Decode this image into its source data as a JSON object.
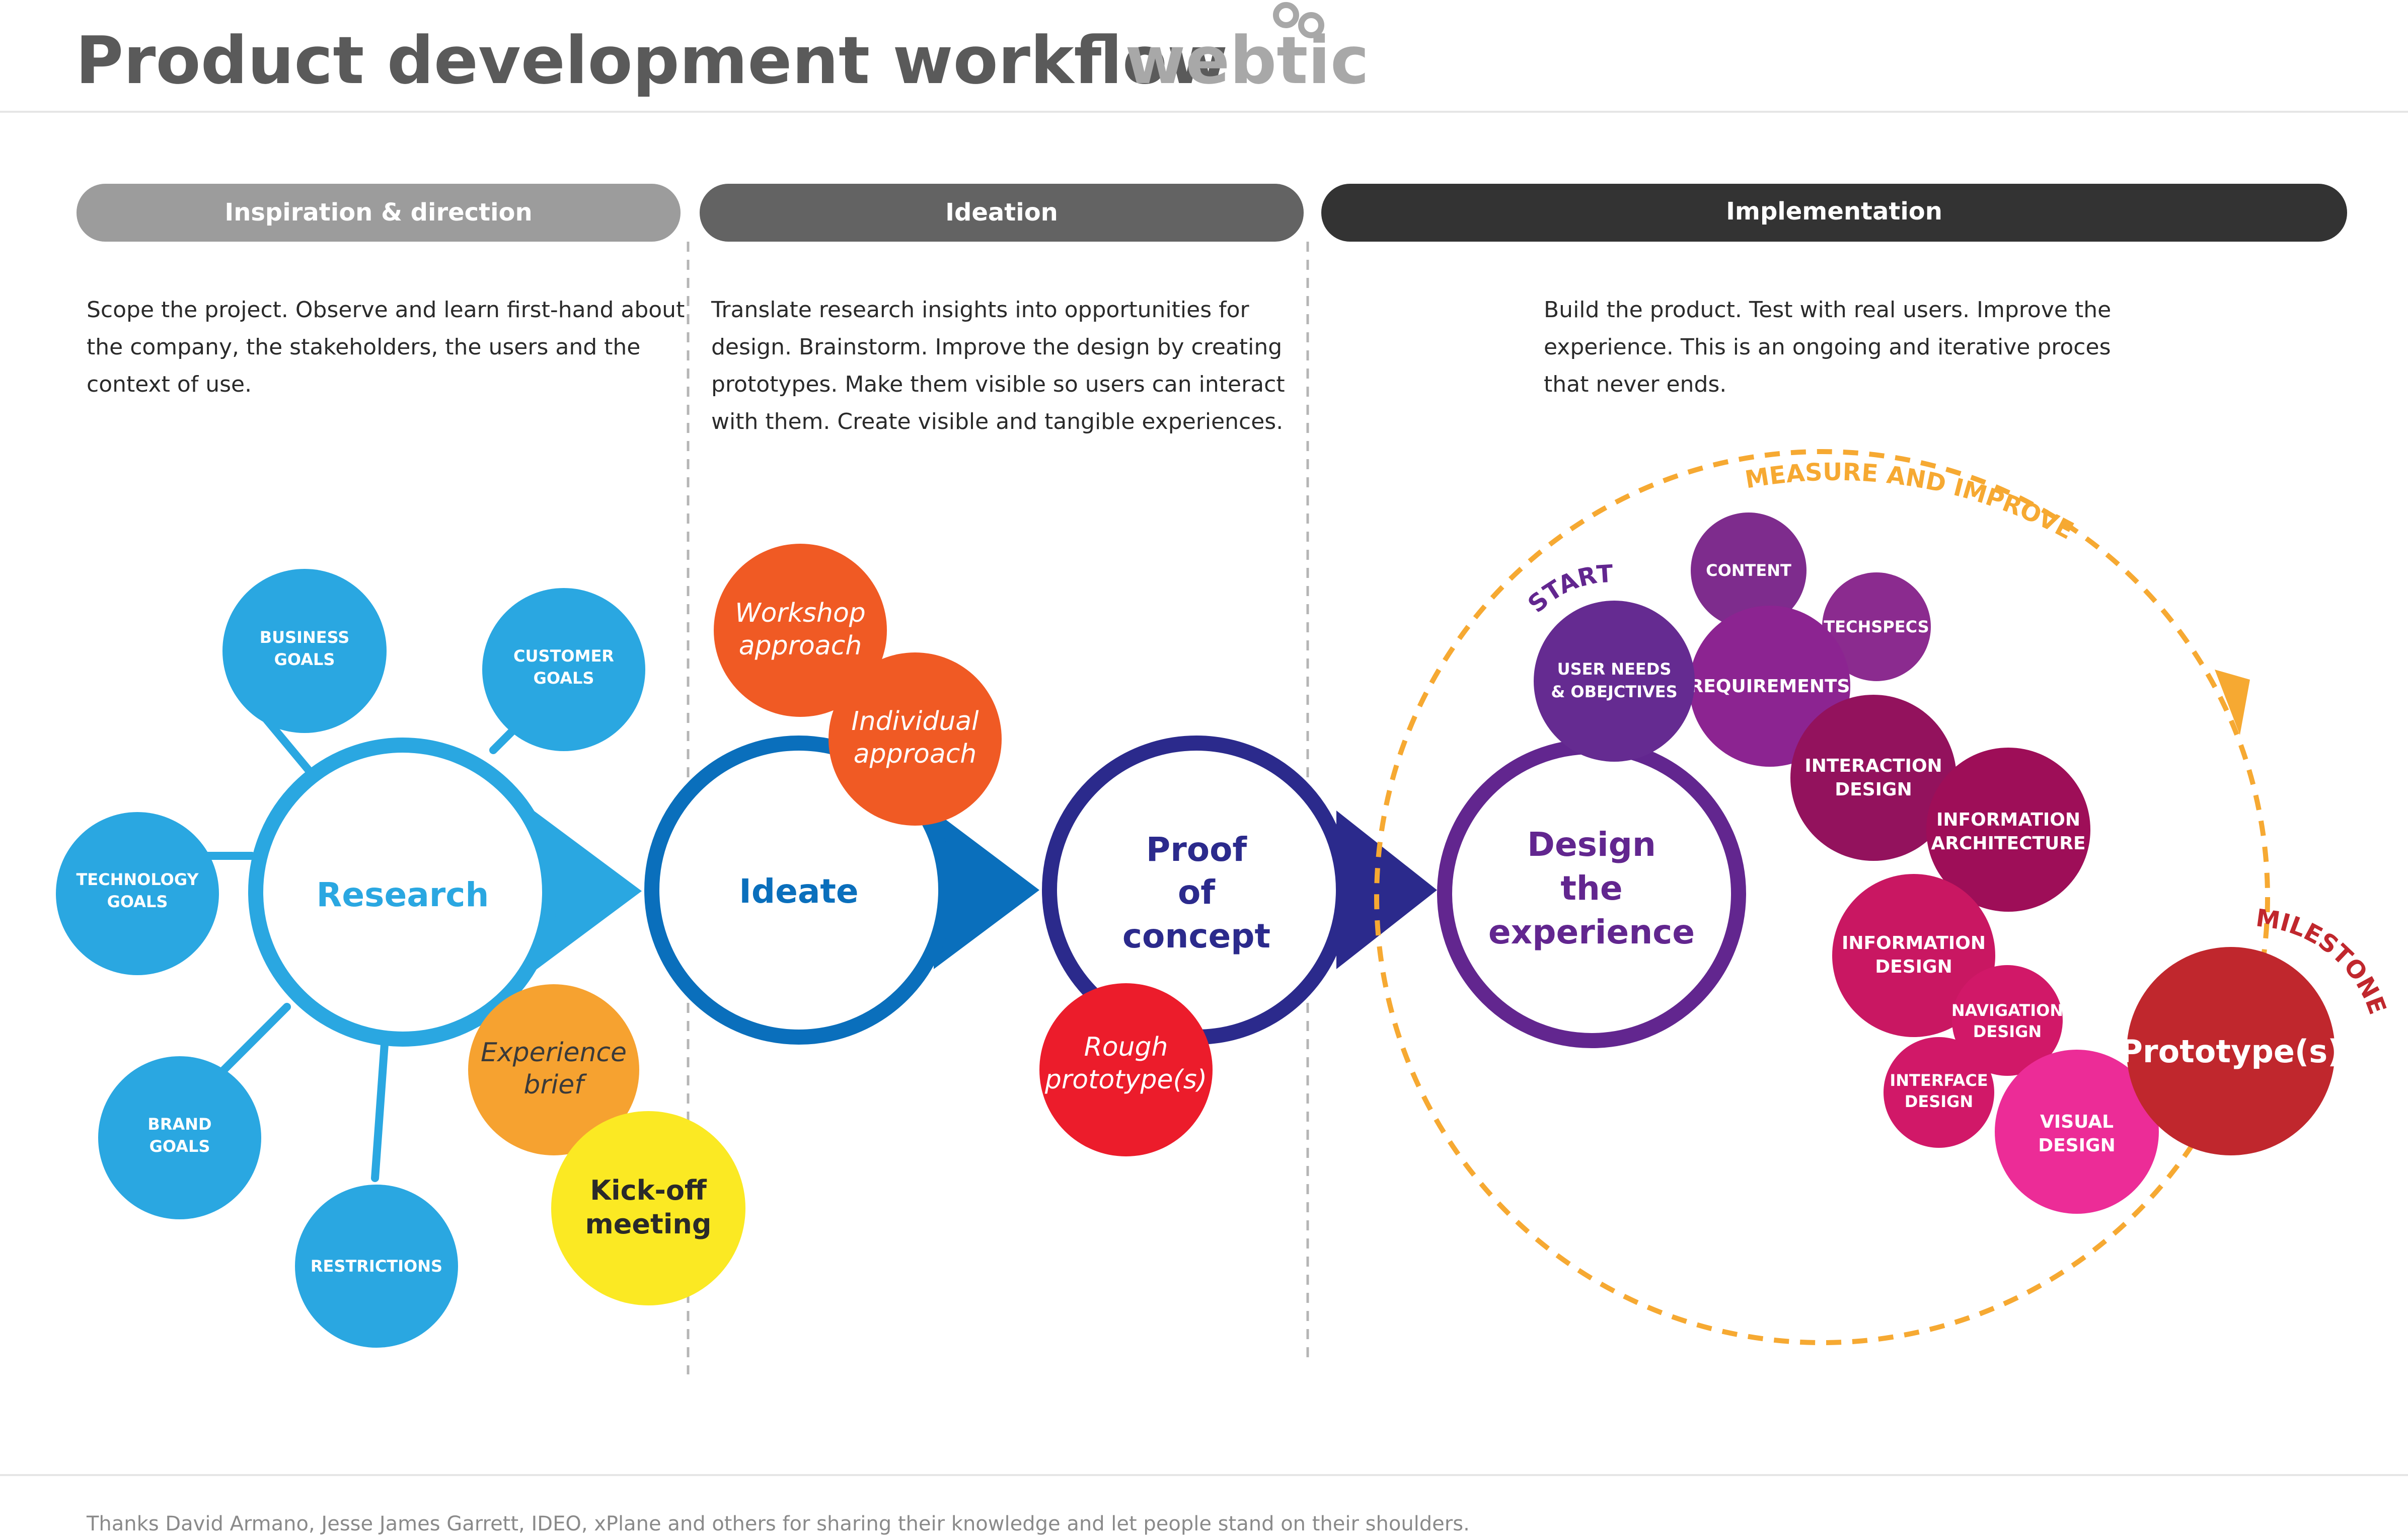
{
  "title": "Product development workflow",
  "logo": "webtic",
  "colors": {
    "phase1": "#9c9c9c",
    "phase2": "#636363",
    "phase3": "#333333",
    "research": "#2aa7e1",
    "ideate": "#0a6fbc",
    "proof": "#2b2a8c",
    "design": "#62268f",
    "orange": "#f05a24",
    "amber": "#f6a230",
    "yellow": "#fbe923",
    "red": "#ec1c2b",
    "dashed": "#f6a932",
    "milestone": "#c0272d"
  },
  "phases": [
    {
      "label": "Inspiration & direction",
      "description": [
        "Scope the project. Observe and learn first-hand about",
        "the company, the stakeholders, the users and the",
        "context of use."
      ]
    },
    {
      "label": "Ideation",
      "description": [
        "Translate research insights into opportunities for",
        "design. Brainstorm. Improve the design by creating",
        "prototypes. Make them visible so users can interact",
        "with them. Create visible and tangible experiences."
      ]
    },
    {
      "label": "Implementation",
      "description": [
        "Build the product. Test with real users. Improve the",
        "experience. This is an ongoing and iterative proces",
        "that never ends."
      ]
    }
  ],
  "research": {
    "label": "Research",
    "spokes": [
      {
        "label": [
          "BUSINESS",
          "GOALS"
        ]
      },
      {
        "label": [
          "CUSTOMER",
          "GOALS"
        ]
      },
      {
        "label": [
          "TECHNOLOGY",
          "GOALS"
        ]
      },
      {
        "label": [
          "BRAND",
          "GOALS"
        ]
      },
      {
        "label": [
          "RESTRICTIONS"
        ]
      }
    ],
    "experience_brief": [
      "Experience",
      "brief"
    ],
    "kickoff": [
      "Kick-off",
      "meeting"
    ]
  },
  "ideate": {
    "label": "Ideate",
    "workshop": [
      "Workshop",
      "approach"
    ],
    "individual": [
      "Individual",
      "approach"
    ]
  },
  "proof": {
    "label": [
      "Proof",
      "of",
      "concept"
    ],
    "rough": [
      "Rough",
      "prototype(s)"
    ]
  },
  "design": {
    "label": [
      "Design",
      "the",
      "experience"
    ],
    "start_label": "START",
    "measure_label": "MEASURE AND IMPROVE",
    "milestone_label": "MILESTONE",
    "bubbles": {
      "user_needs": [
        "USER NEEDS",
        "& OBEJCTIVES"
      ],
      "content": [
        "CONTENT"
      ],
      "requirements": [
        "REQUIREMENTS"
      ],
      "techspecs": [
        "TECHSPECS"
      ],
      "interaction": [
        "INTERACTION",
        "DESIGN"
      ],
      "info_arch": [
        "INFORMATION",
        "ARCHITECTURE"
      ],
      "info_design": [
        "INFORMATION",
        "DESIGN"
      ],
      "navigation": [
        "NAVIGATION",
        "DESIGN"
      ],
      "interface": [
        "INTERFACE",
        "DESIGN"
      ],
      "visual": [
        "VISUAL",
        "DESIGN"
      ]
    },
    "prototype": "Prototype(s)"
  },
  "footer": "Thanks David Armano, Jesse James Garrett, IDEO, xPlane and others for sharing their knowledge and let people stand on their shoulders."
}
